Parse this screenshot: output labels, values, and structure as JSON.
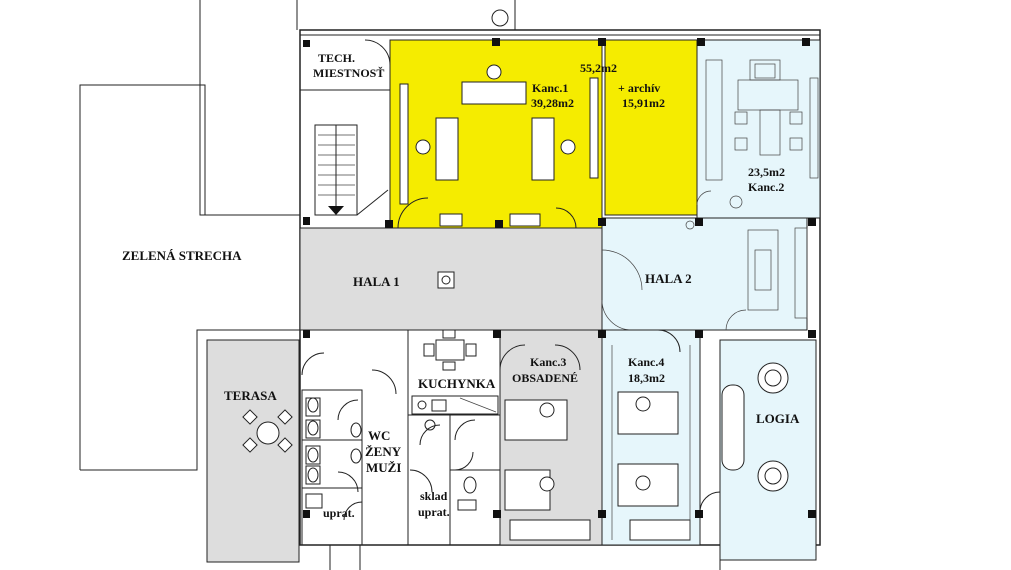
{
  "colors": {
    "office_highlight": "#f5ec00",
    "hall_grey": "#dddddd",
    "light_blue": "#e6f6fb",
    "wall": "#222222",
    "background": "#ffffff"
  },
  "rooms": {
    "tech": {
      "line1": "TECH.",
      "line2": "MIESTNOSŤ"
    },
    "kanc1": {
      "line1": "Kanc.1",
      "line2": "39,28m2"
    },
    "kanc1_total": "55,2m2",
    "archiv": {
      "line1": "+ archív",
      "line2": "15,91m2"
    },
    "kanc2": {
      "line1": "23,5m2",
      "line2": "Kanc.2"
    },
    "zelena_strecha": "ZELENÁ STRECHA",
    "hala1": "HALA 1",
    "hala2": "HALA 2",
    "terasa": "TERASA",
    "kuchynka": "KUCHYNKA",
    "kanc3": {
      "line1": "Kanc.3",
      "line2": "OBSADENÉ"
    },
    "kanc4": {
      "line1": "Kanc.4",
      "line2": "18,3m2"
    },
    "logia": "LOGIA",
    "wc": {
      "line1": "WC",
      "line2": "ŽENY",
      "line3": "MUŽI"
    },
    "sklad": {
      "line1": "sklad",
      "line2": "uprat."
    },
    "uprat": "uprat."
  }
}
